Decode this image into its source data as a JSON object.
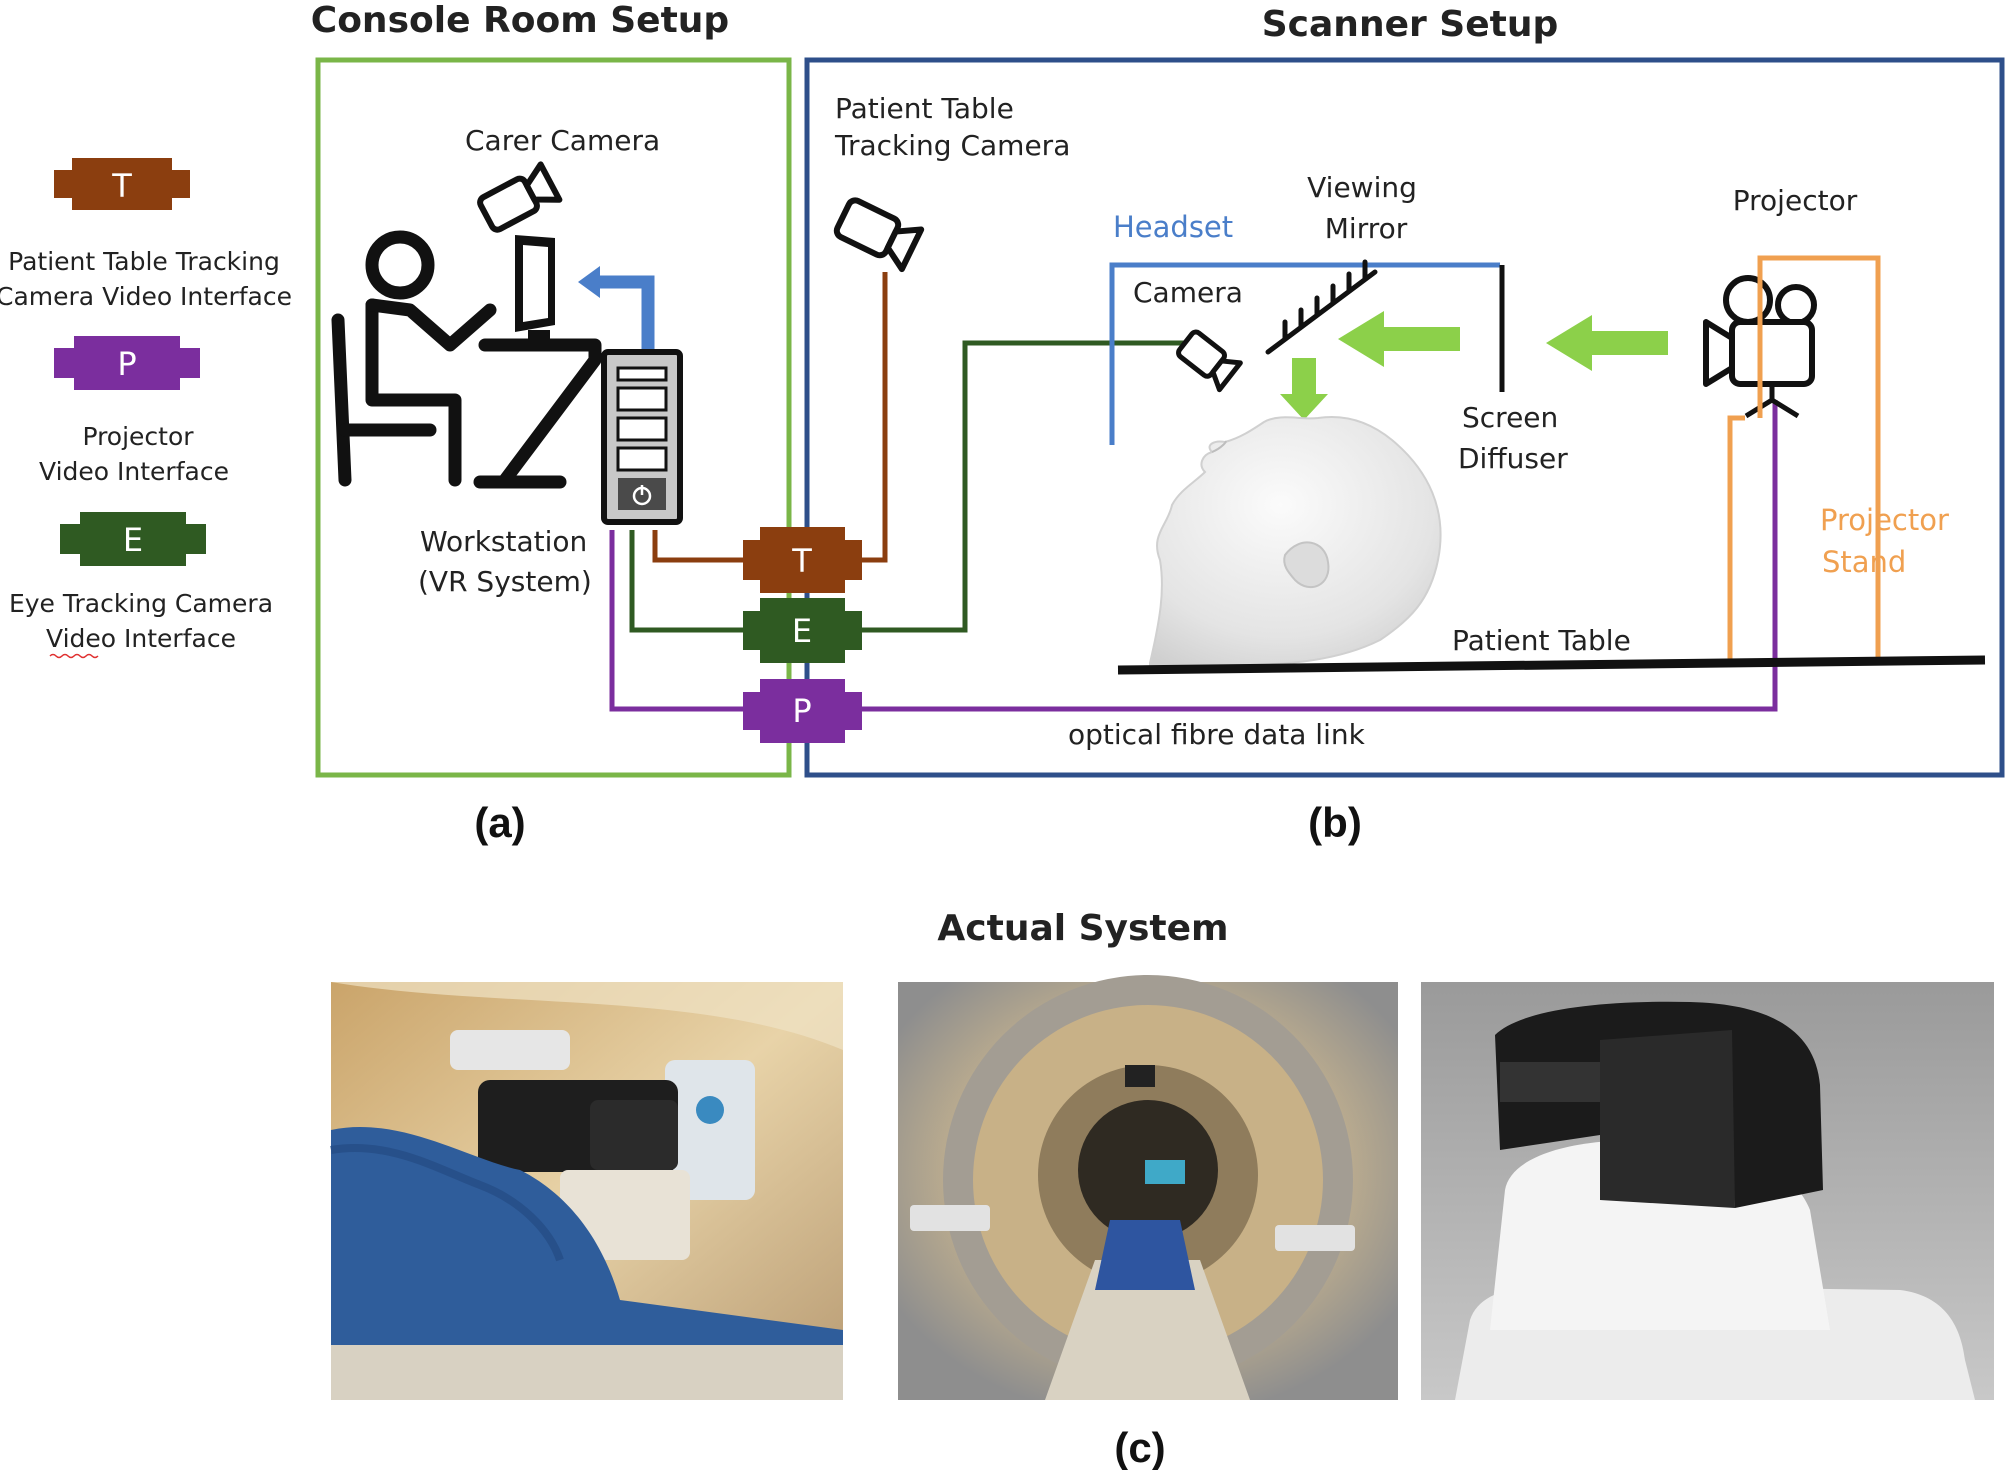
{
  "titles": {
    "console_room": "Console Room Setup",
    "scanner_setup": "Scanner Setup",
    "actual_system": "Actual System"
  },
  "panel_labels": {
    "a": "(a)",
    "b": "(b)",
    "c": "(c)"
  },
  "legend": [
    {
      "letter": "T",
      "line1": "Patient Table Tracking",
      "line2": "Camera Video Interface",
      "color": "#8b3e0f"
    },
    {
      "letter": "P",
      "line1": "Projector",
      "line2": "Video Interface",
      "color": "#7b2e9e"
    },
    {
      "letter": "E",
      "line1": "Eye Tracking Camera",
      "line2": "Video Interface",
      "color": "#2f5a22"
    }
  ],
  "console": {
    "carer_camera": "Carer Camera",
    "workstation_line1": "Workstation",
    "workstation_line2": "(VR System)"
  },
  "scanner": {
    "tracking_camera_line1": "Patient Table",
    "tracking_camera_line2": "Tracking Camera",
    "headset": "Headset",
    "viewing_mirror_line1": "Viewing",
    "viewing_mirror_line2": "Mirror",
    "camera": "Camera",
    "projector": "Projector",
    "screen_diffuser_line1": "Screen",
    "screen_diffuser_line2": "Diffuser",
    "projector_stand_line1": "Projector",
    "projector_stand_line2": "Stand",
    "patient_table": "Patient Table",
    "optical_fibre": "optical fibre data link"
  },
  "interfaces": {
    "t": "T",
    "e": "E",
    "p": "P"
  },
  "colors": {
    "console_border": "#7ab648",
    "scanner_border": "#2e4f8a",
    "tracking_line": "#8b3e0f",
    "eye_line": "#2f5a22",
    "projector_line": "#7b2e9e",
    "headset_line": "#4a7ec9",
    "stand_line": "#f0a050",
    "arrow_green": "#8cd04a"
  }
}
